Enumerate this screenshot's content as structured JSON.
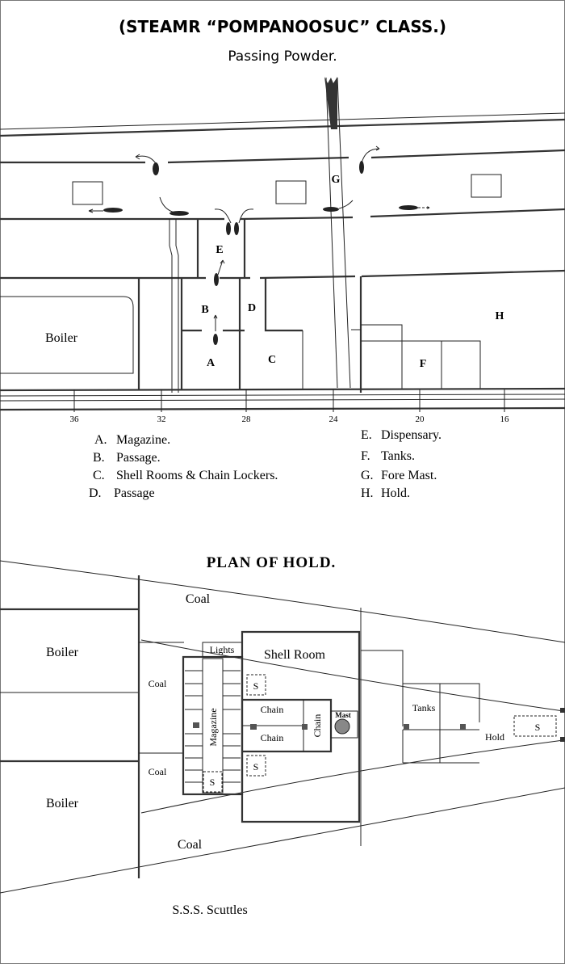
{
  "header": {
    "title": "(STEAMR “POMPANOOSUC” CLASS.)",
    "subtitle": "Passing Powder."
  },
  "elevation": {
    "compartment_letters": {
      "A": "A",
      "B": "B",
      "C": "C",
      "D": "D",
      "E": "E",
      "F": "F",
      "G": "G",
      "H": "H"
    },
    "boiler_label": "Boiler",
    "frame_numbers": [
      "36",
      "32",
      "28",
      "24",
      "20",
      "16"
    ]
  },
  "legend": {
    "left": [
      {
        "key": "A.",
        "text": "Magazine."
      },
      {
        "key": "B.",
        "text": "Passage."
      },
      {
        "key": "C.",
        "text": "Shell Rooms & Chain Lockers."
      },
      {
        "key": "D.",
        "text": "Passage"
      }
    ],
    "right": [
      {
        "key": "E.",
        "text": "Dispensary."
      },
      {
        "key": "F.",
        "text": "Tanks."
      },
      {
        "key": "G.",
        "text": "Fore Mast."
      },
      {
        "key": "H.",
        "text": "Hold."
      }
    ]
  },
  "plan": {
    "title": "PLAN OF HOLD.",
    "labels": {
      "coal_top": "Coal",
      "coal_upper_left": "Coal",
      "coal_lower_left": "Coal",
      "coal_bottom": "Coal",
      "boiler_top": "Boiler",
      "boiler_bottom": "Boiler",
      "lights": "Lights",
      "shell_room": "Shell Room",
      "magazine": "Magazine",
      "chain_top": "Chain",
      "chain_bottom": "Chain",
      "chain_vertical": "Chain",
      "mast": "Mast",
      "tanks": "Tanks",
      "hold": "Hold",
      "scuttle": "S"
    },
    "footnote": "S.S.S. Scuttles"
  },
  "colors": {
    "ink": "#111111",
    "paper": "#ffffff",
    "border": "#777777"
  }
}
